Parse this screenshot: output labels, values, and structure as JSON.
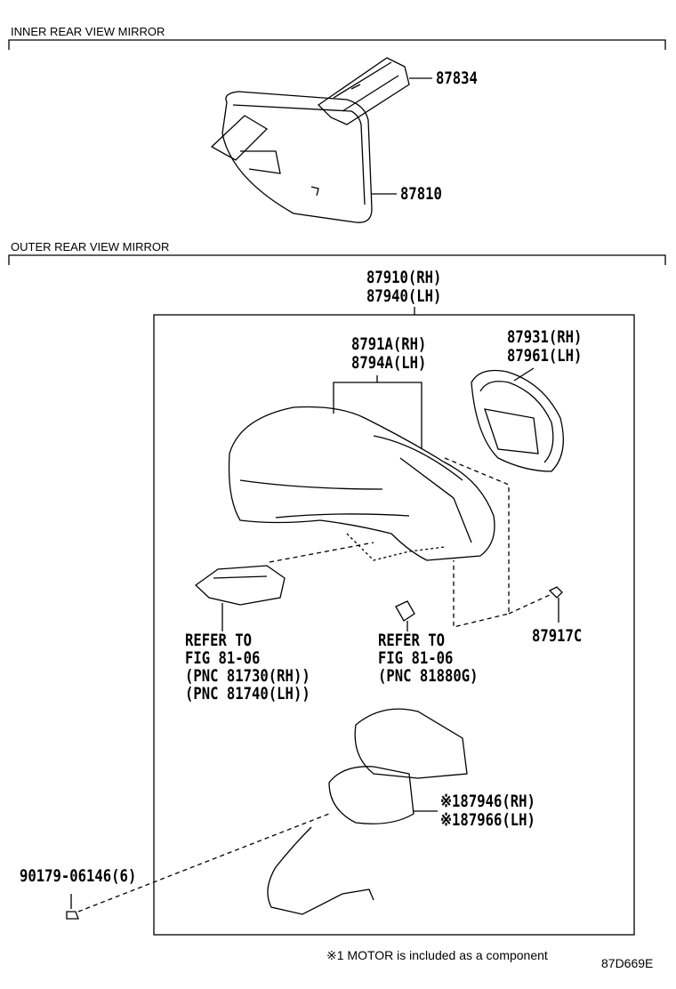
{
  "sections": {
    "inner": "INNER REAR VIEW MIRROR",
    "outer": "OUTER REAR VIEW MIRROR"
  },
  "parts": {
    "p87834": "87834",
    "p87810": "87810",
    "assy_rh": "87910(RH)",
    "assy_lh": "87940(LH)",
    "cover_rh": "8791A(RH)",
    "cover_lh": "8794A(LH)",
    "glass_rh": "87931(RH)",
    "glass_lh": "87961(LH)",
    "p87917c": "87917C",
    "motor_rh": "※187946(RH)",
    "motor_lh": "※187966(LH)",
    "screw": "90179-06146(6)"
  },
  "refs": {
    "left": [
      "REFER TO",
      "FIG 81-06",
      "(PNC 81730(RH))",
      "(PNC 81740(LH))"
    ],
    "right": [
      "REFER TO",
      "FIG 81-06",
      "(PNC 81880G)"
    ]
  },
  "footnote": "※1 MOTOR is included as a component",
  "figure_id": "87D669E"
}
